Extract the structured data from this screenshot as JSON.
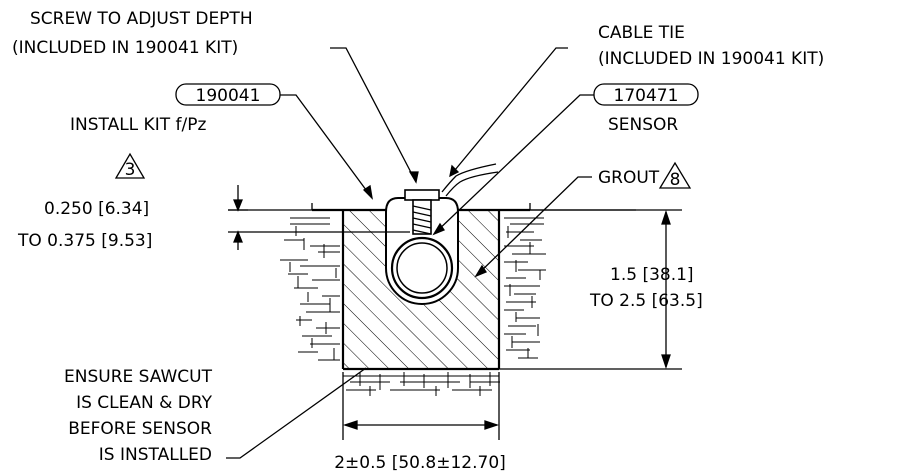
{
  "labels": {
    "screw_line1": "SCREW TO ADJUST DEPTH",
    "screw_line2": "(INCLUDED IN 190041 KIT)",
    "cable_line1": "CABLE TIE",
    "cable_line2": "(INCLUDED IN 190041 KIT)",
    "kit_number": "190041",
    "kit_desc": "INSTALL KIT f/Pz",
    "sensor_number": "170471",
    "sensor_desc": "SENSOR",
    "grout": "GROUT",
    "grout_note": "8",
    "depth_note": "3",
    "depth_line1": "0.250 [6.34]",
    "depth_line2": "TO 0.375 [9.53]",
    "cut_depth_line1": "1.5 [38.1]",
    "cut_depth_line2": "TO 2.5 [63.5]",
    "ensure_line1": "ENSURE SAWCUT",
    "ensure_line2": "IS CLEAN & DRY",
    "ensure_line3": "BEFORE SENSOR",
    "ensure_line4": "IS INSTALLED",
    "width_dim": "2±0.5 [50.8±12.70]"
  }
}
